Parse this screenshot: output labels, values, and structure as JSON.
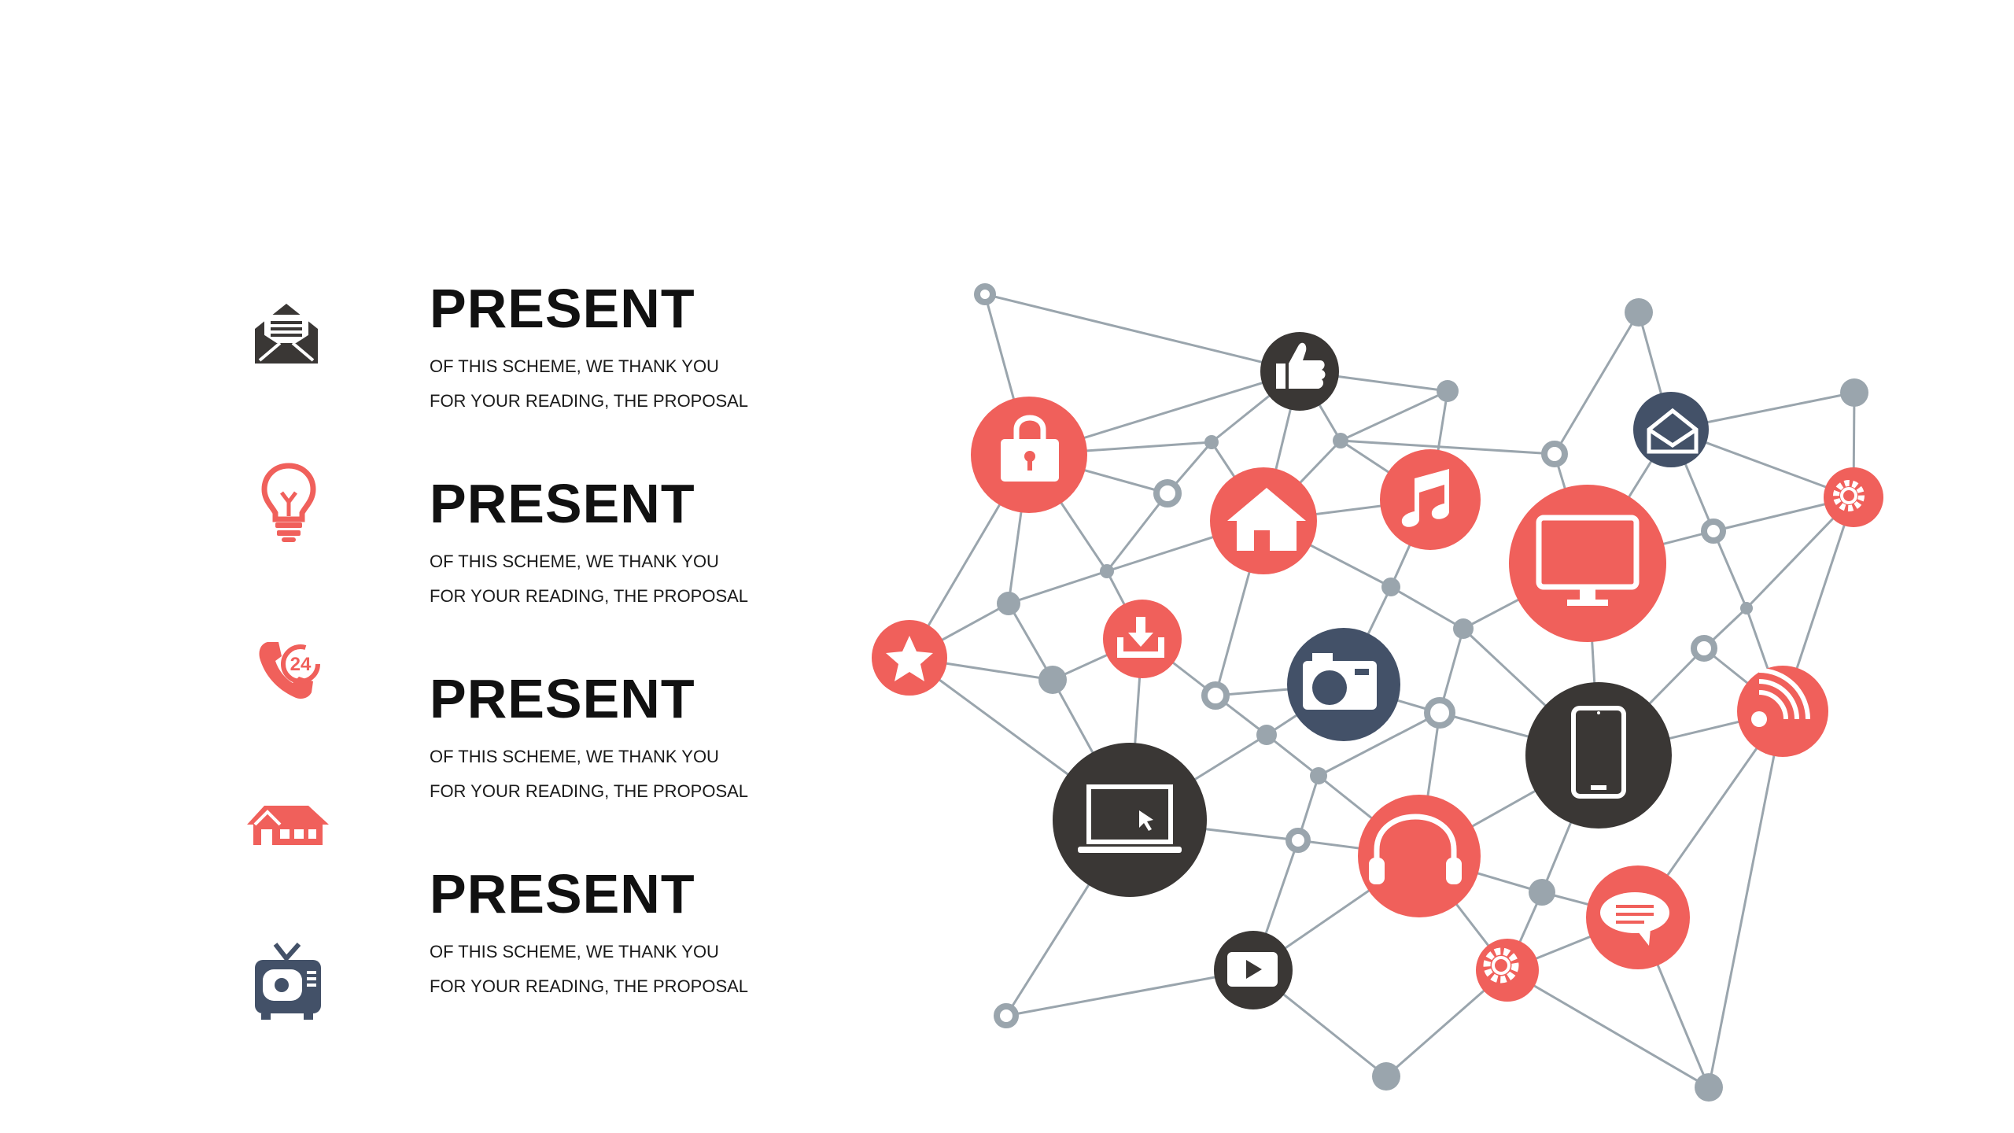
{
  "colors": {
    "accent": "#f0605b",
    "dark": "#3a3735",
    "navy": "#435168",
    "link": "#9aa5ad",
    "text": "#111111"
  },
  "items": [
    {
      "title": "PRESENT",
      "line1": "OF THIS SCHEME, WE THANK YOU",
      "line2": "FOR YOUR READING, THE PROPOSAL",
      "icon": "envelope-icon"
    },
    {
      "title": "PRESENT",
      "line1": "OF THIS SCHEME, WE THANK YOU",
      "line2": "FOR YOUR READING, THE PROPOSAL",
      "icon": "lightbulb-icon"
    },
    {
      "title": "PRESENT",
      "line1": "OF THIS SCHEME, WE THANK YOU",
      "line2": "FOR YOUR READING, THE PROPOSAL",
      "icon": "phone-24-icon"
    },
    {
      "title": "PRESENT",
      "line1": "OF THIS SCHEME, WE THANK YOU",
      "line2": "FOR YOUR READING, THE PROPOSAL",
      "icon": "house-icon"
    }
  ],
  "extra_icon": "tv-icon",
  "network_icons": [
    "thumbs-up-icon",
    "lock-icon",
    "home-icon",
    "music-icon",
    "monitor-icon",
    "envelope-icon",
    "gear-icon",
    "star-icon",
    "download-icon",
    "camera-icon",
    "smartphone-icon",
    "wifi-icon",
    "laptop-icon",
    "headphones-icon",
    "chat-icon",
    "play-icon",
    "gear-icon"
  ]
}
